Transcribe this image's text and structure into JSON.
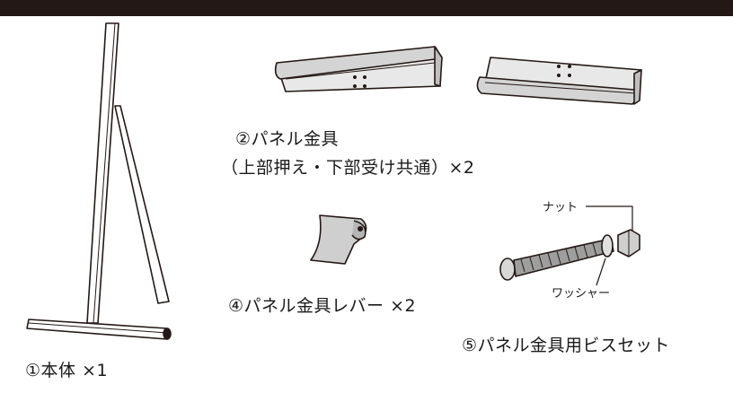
{
  "header_bar_color": "#231815",
  "parts": [
    {
      "id": "body",
      "label": "①本体 ×1"
    },
    {
      "id": "panel_bracket",
      "label_line1": "②パネル金具",
      "label_line2": "（上部押え・下部受け共通）×2"
    },
    {
      "id": "lever",
      "label": "④パネル金具レバー ×2"
    },
    {
      "id": "screw_set",
      "label": "⑤パネル金具用ビスセット",
      "callouts": {
        "nut": "ナット",
        "washer": "ワッシャー"
      }
    }
  ]
}
